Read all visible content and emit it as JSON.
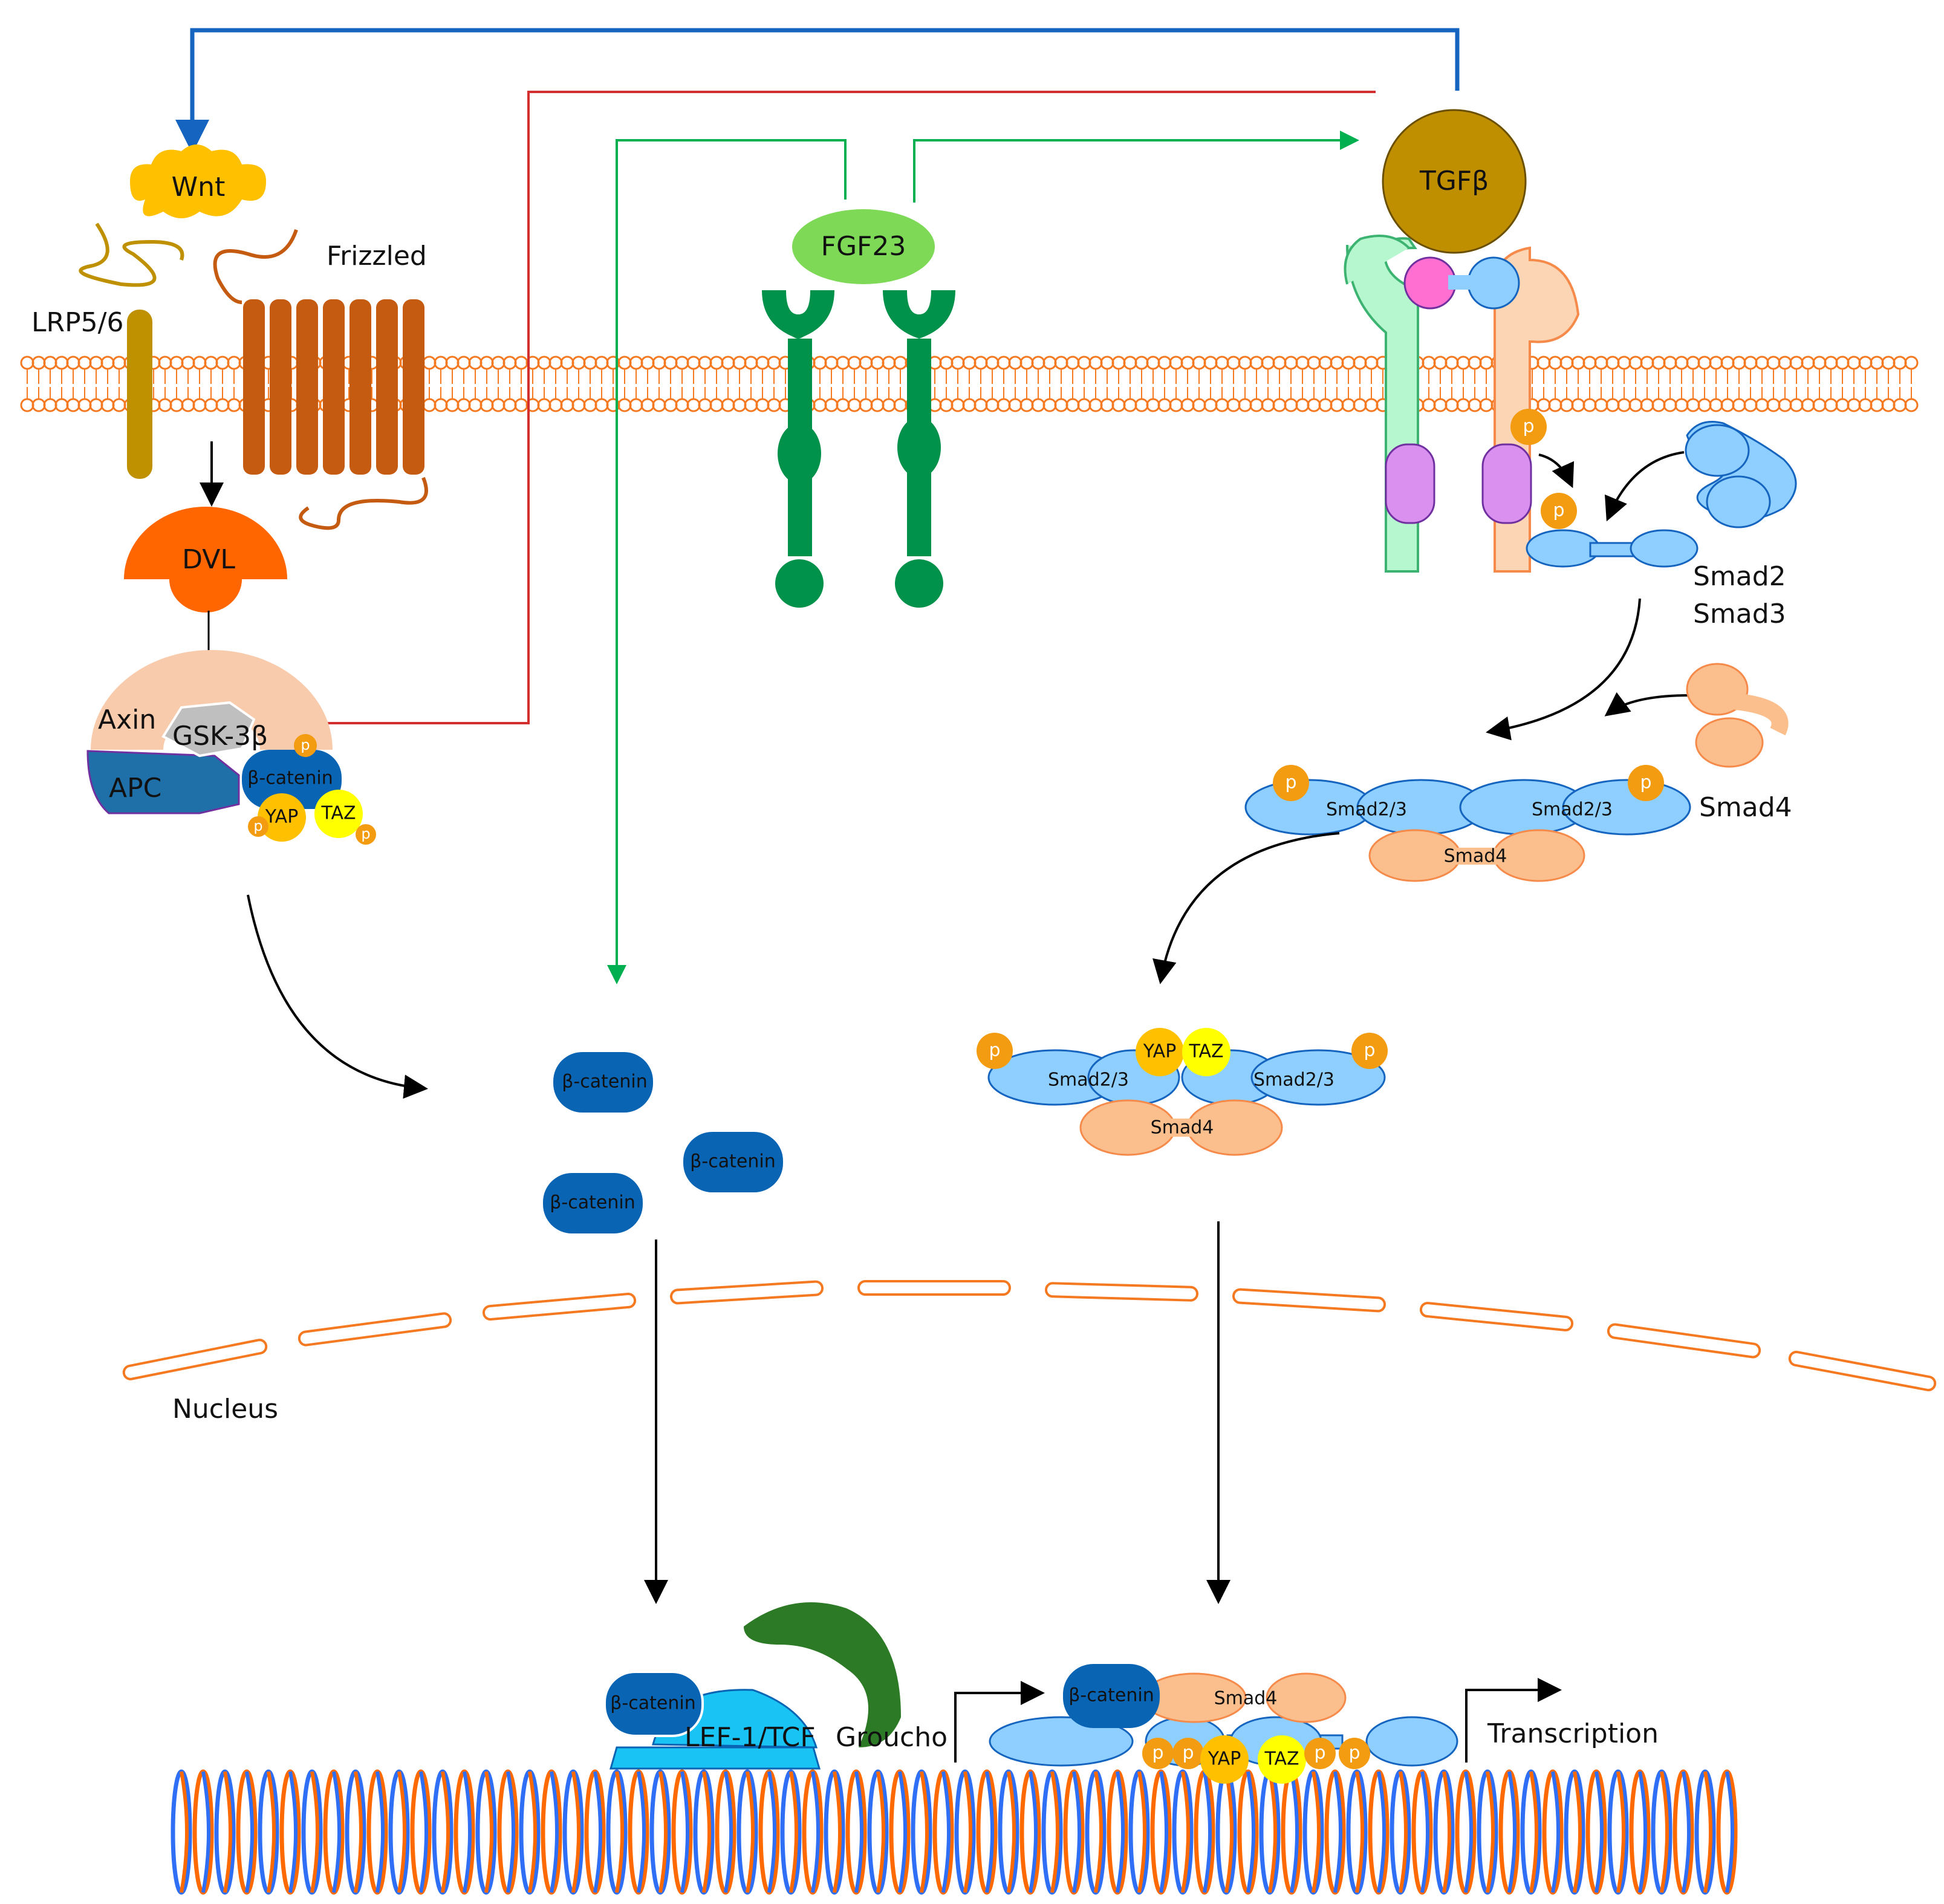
{
  "labels": {
    "wnt": "Wnt",
    "frizzled": "Frizzled",
    "lrp": "LRP5/6",
    "dvl": "DVL",
    "axin": "Axin",
    "gsk": "GSK-3β",
    "apc": "APC",
    "beta_catenin": "β-catenin",
    "yap": "YAP",
    "taz": "TAZ",
    "p": "p",
    "fgf23": "FGF23",
    "tgfb": "TGFβ",
    "smad2": "Smad2",
    "smad3": "Smad3",
    "smad4": "Smad4",
    "smad23": "Smad2/3",
    "nucleus": "Nucleus",
    "lef_tcf": "LEF-1/TCF",
    "groucho": "Groucho",
    "transcription": "Transcription"
  },
  "colors": {
    "membrane": "#f47920",
    "wnt": "#ffc000",
    "frizzled": "#c55a11",
    "lrp": "#bf9000",
    "dvl": "#ff6600",
    "axin": "#f8cbad",
    "gsk": "#bfbfbf",
    "apc": "#1f6fa8",
    "beta_catenin": "#0a64b4",
    "yap": "#ffc000",
    "taz": "#ffff00",
    "phospho": "#f39c12",
    "fgfr": "#00914a",
    "fgf23": "#7ed957",
    "tgfb": "#bf8f00",
    "receptor1": "#b7f7cf",
    "receptor2": "#fcd5b4",
    "smad23": "#8ecfff",
    "smad4": "#fbbf8e",
    "lef": "#19c3f3",
    "groucho": "#2d7a26",
    "dna_a": "#ff6a00",
    "dna_b": "#2e6ff5",
    "line_blue": "#1565c0",
    "line_red": "#d32f2f",
    "line_green": "#00b050"
  }
}
